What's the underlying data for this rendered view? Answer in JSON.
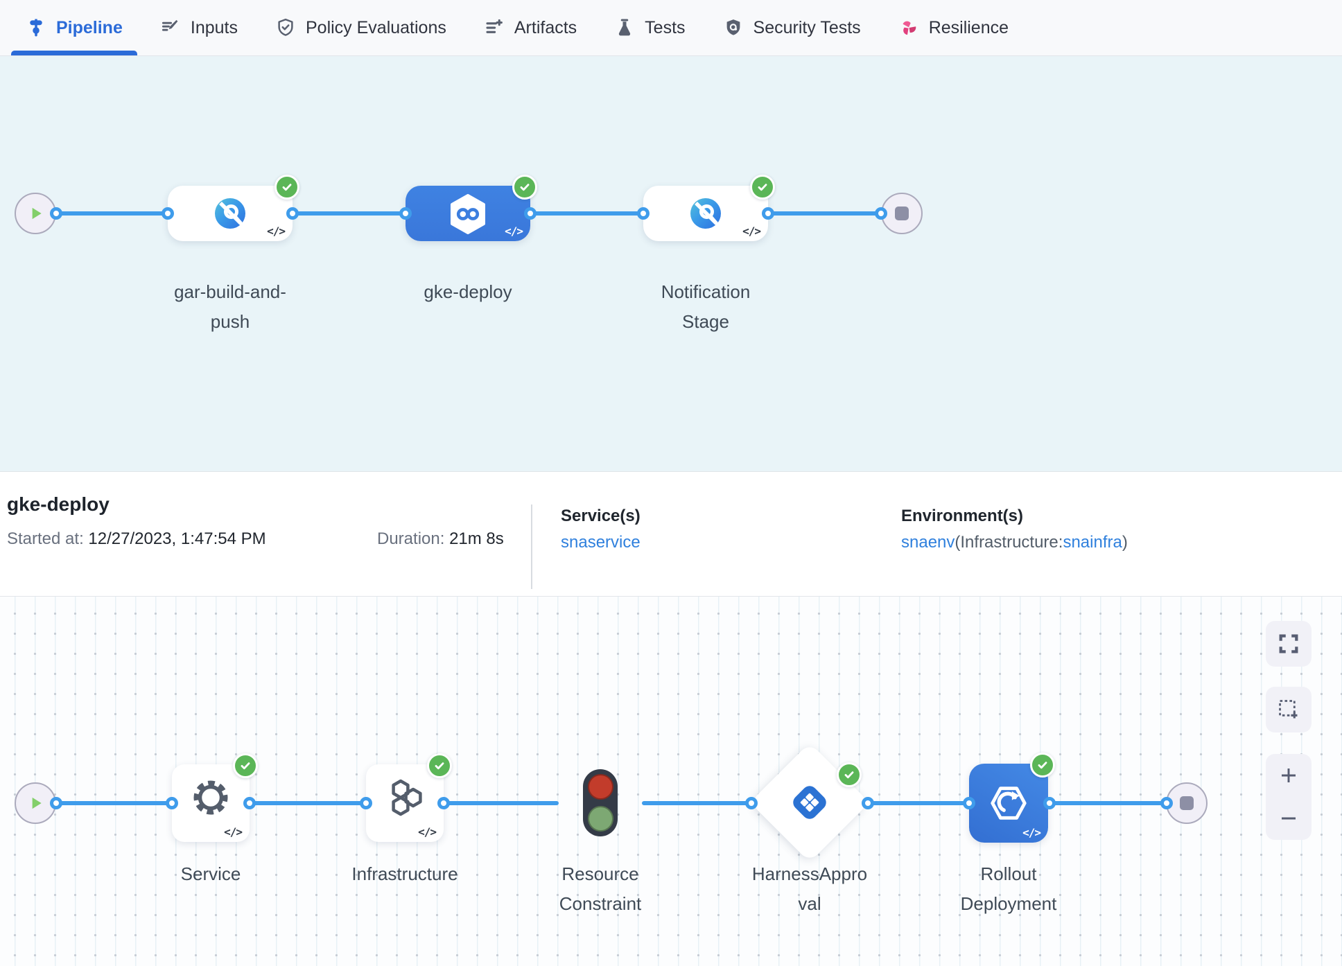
{
  "tabs": [
    {
      "label": "Pipeline",
      "icon": "pipeline-icon",
      "active": true
    },
    {
      "label": "Inputs",
      "icon": "edit-lines-icon",
      "active": false
    },
    {
      "label": "Policy Evaluations",
      "icon": "shield-check-icon",
      "active": false
    },
    {
      "label": "Artifacts",
      "icon": "list-plus-icon",
      "active": false
    },
    {
      "label": "Tests",
      "icon": "flask-icon",
      "active": false
    },
    {
      "label": "Security Tests",
      "icon": "security-shield-icon",
      "active": false
    },
    {
      "label": "Resilience",
      "icon": "pinwheel-icon",
      "active": false
    }
  ],
  "stage_graph": {
    "stages": [
      {
        "name": "gar-build-and-push",
        "status": "Success"
      },
      {
        "name": "gke-deploy",
        "status": "Success",
        "selected": true
      },
      {
        "name": "Notification Stage",
        "status": "Success"
      }
    ]
  },
  "stage_details": {
    "title": "gke-deploy",
    "started_label": "Started at:",
    "started_value": "12/27/2023, 1:47:54 PM",
    "duration_label": "Duration:",
    "duration_value": "21m 8s",
    "services_label": "Service(s)",
    "service_name": "snaservice",
    "environments_label": "Environment(s)",
    "environment_name": "snaenv",
    "infrastructure_prefix": "(Infrastructure:",
    "infrastructure_name": "snainfra",
    "infrastructure_suffix": ")"
  },
  "execution_graph": {
    "steps": [
      {
        "name": "Service",
        "status": "Success"
      },
      {
        "name": "Infrastructure",
        "status": "Success"
      },
      {
        "name": "Resource Constraint",
        "status": ""
      },
      {
        "name": "HarnessApproval",
        "status": "Success"
      },
      {
        "name": "Rollout Deployment",
        "status": "Success"
      }
    ]
  },
  "glyphs": {
    "code": "</>"
  },
  "colors": {
    "accent_blue": "#2b6bd8",
    "edge_blue": "#3f9ceb",
    "selected_node_blue": "#3c7edf",
    "success_green": "#5bb657",
    "link_blue": "#2f80dd",
    "resilience_pink": "#e23d7b",
    "stage_canvas_bg": "#e9f4f8",
    "traffic_red": "#c23c2b",
    "traffic_green": "#7da873"
  }
}
